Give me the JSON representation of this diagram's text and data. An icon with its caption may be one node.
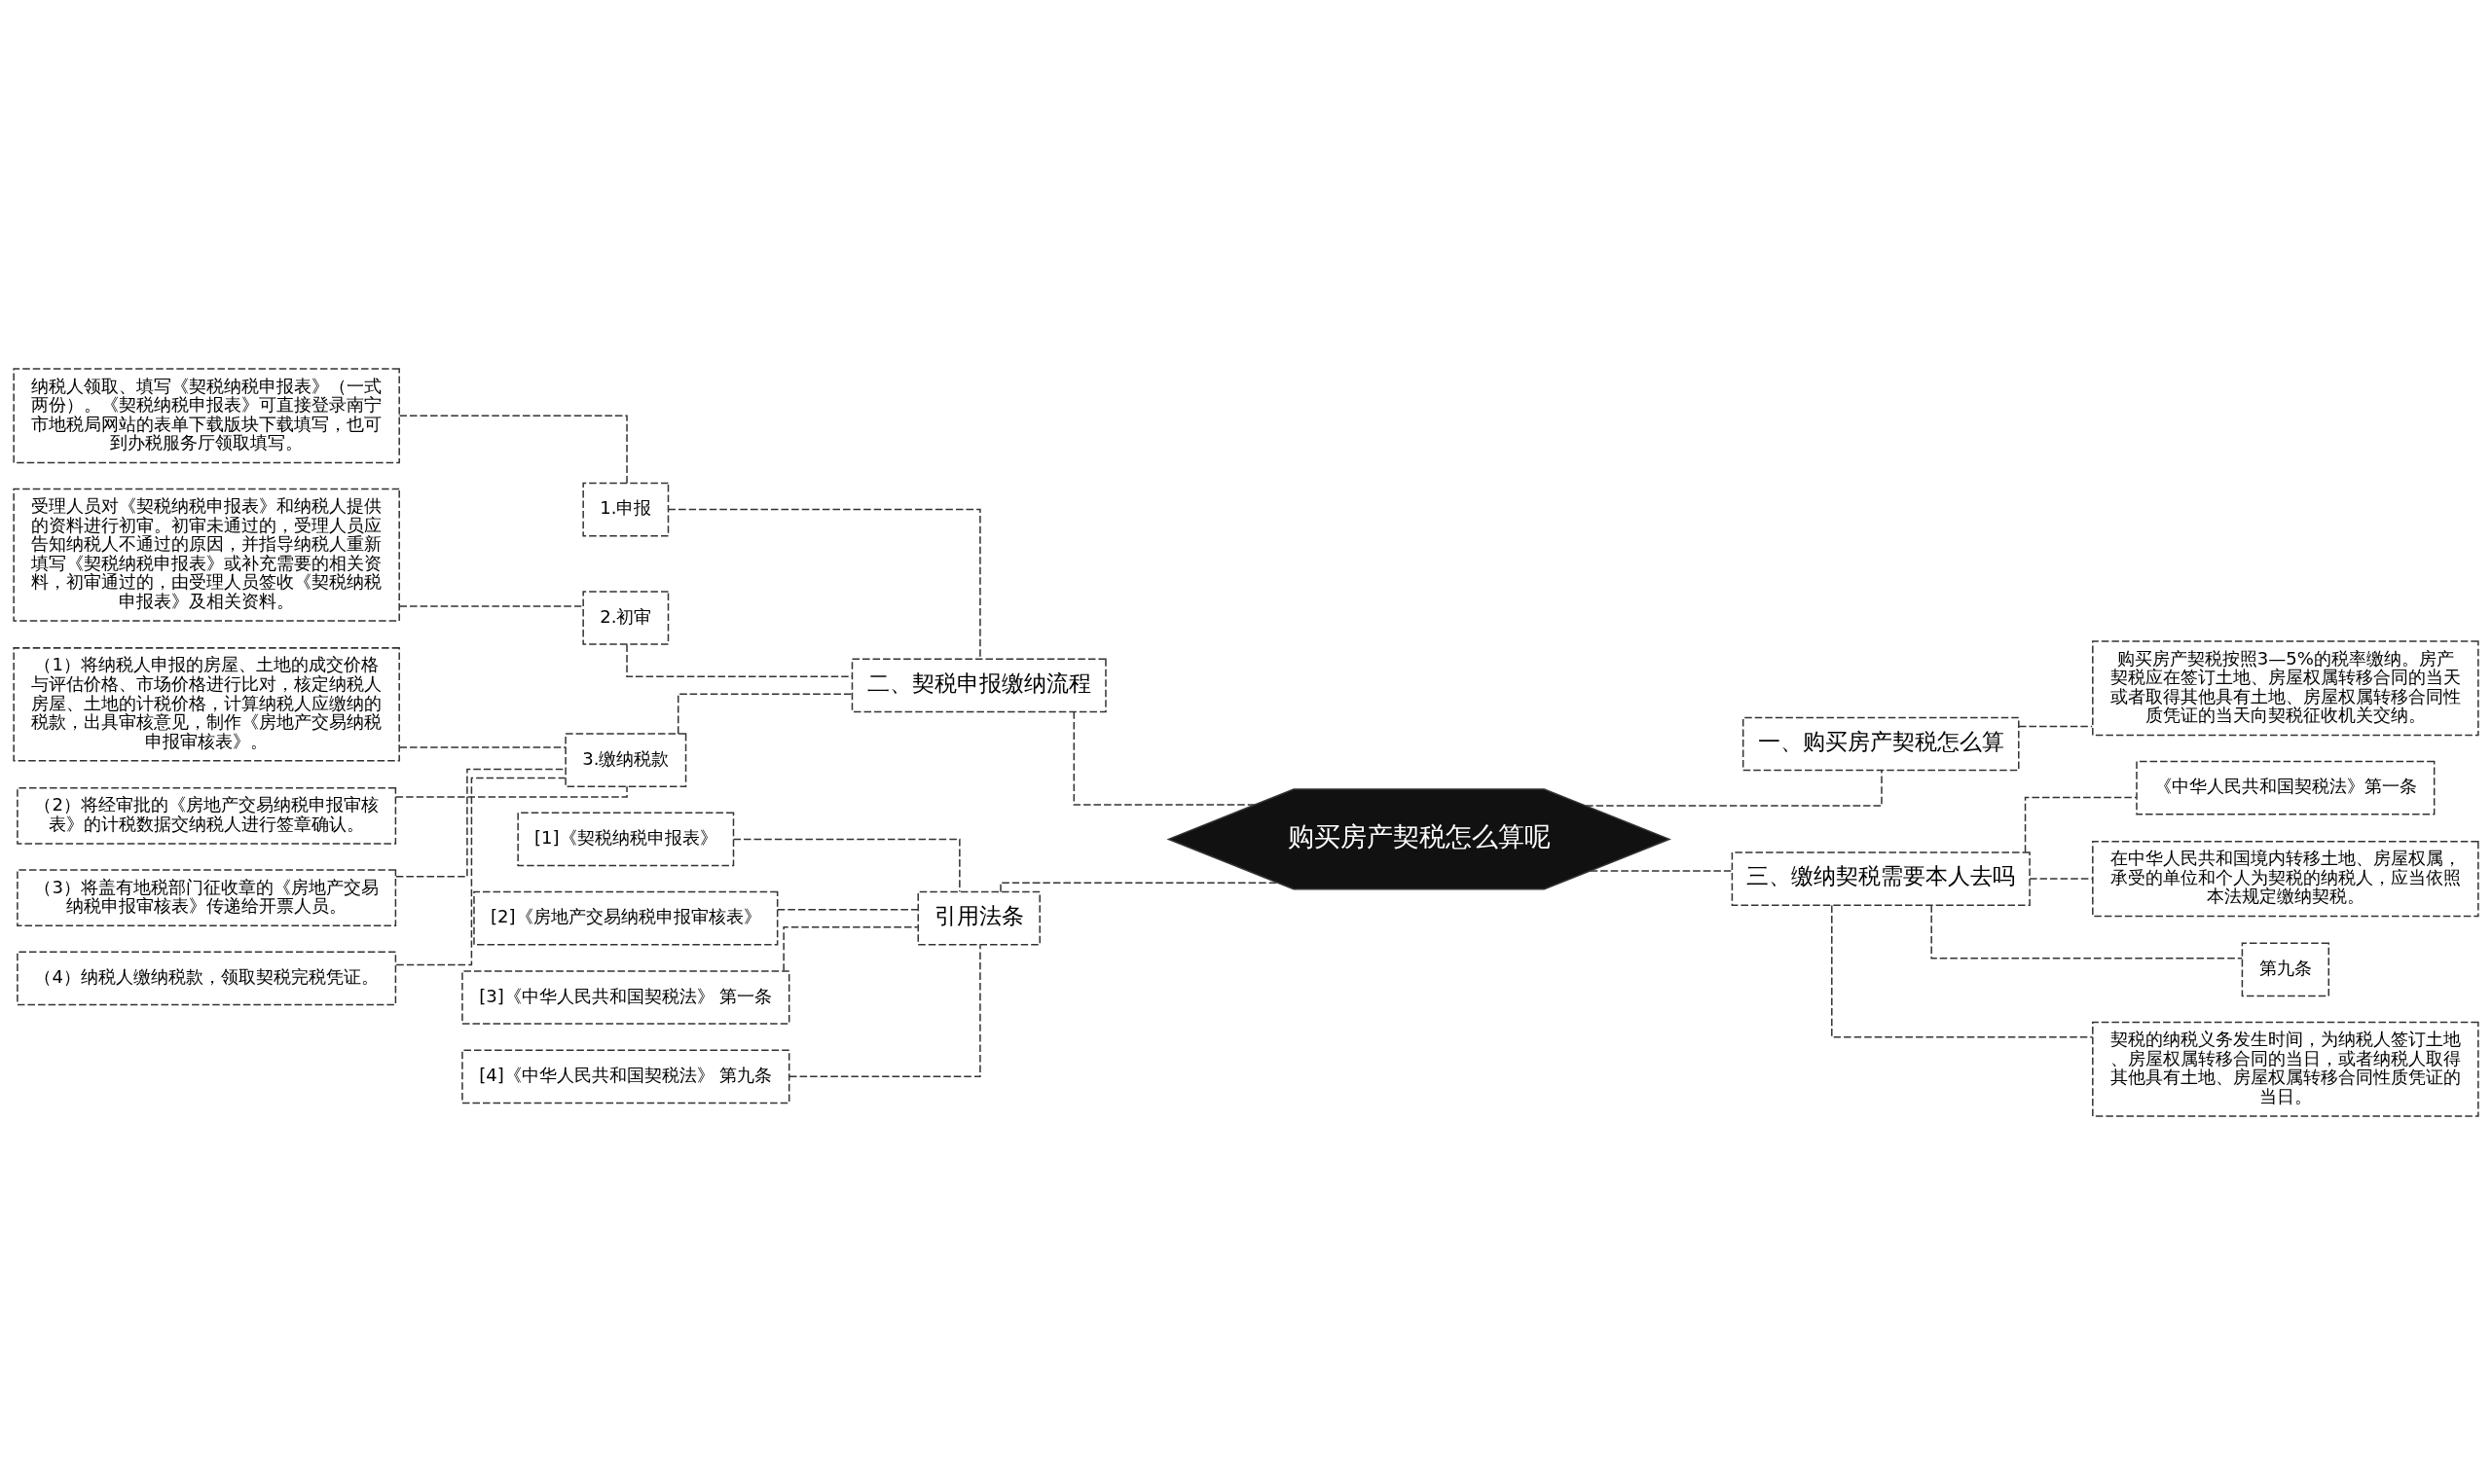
{
  "diagram": {
    "nodes": [
      {
        "text": [
          "购买房产契税怎么算呢"
        ]
      },
      {
        "text": [
          "二、契税申报缴纳流程"
        ]
      },
      {
        "text": [
          "1.申报"
        ]
      },
      {
        "text": [
          "纳税人领取、填写《契税纳税申报表》（一式两份）。《契税纳税申报表》可直接登录南宁市地税局网站的表单下载版块下载填写，也可到办税服务厅领取填写。"
        ]
      },
      {
        "text": [
          "2.初审"
        ]
      },
      {
        "text": [
          "受理人员对《契税纳税申报表》和纳税人提供的资料进行初审。初审未通过的，受理人员应告知纳税人不通过的原因，并指导纳税人重新填写《契税纳税申报表》或补充需要的相关资料，初审通过的，由受理人员签收《契税纳税申报表》及相关资料。"
        ]
      },
      {
        "text": [
          "3.缴纳税款"
        ]
      },
      {
        "text": [
          "（1）将纳税人申报的房屋、土地的成交价格与评估价格、市场价格进行比对，核定纳税人房屋、土地的计税价格，计算纳税人应缴纳的税款，出具审核意见，制作《房地产交易纳税申报审核表》。"
        ]
      },
      {
        "text": [
          "（2）将经审批的《房地产交易纳税申报审核表》的计税数据交纳税人进行签章确认。"
        ]
      },
      {
        "text": [
          "（3）将盖有地税部门征收章的《房地产交易纳税申报审核表》传递给开票人员。"
        ]
      },
      {
        "text": [
          "（4）纳税人缴纳税款，领取契税完税凭证。"
        ]
      },
      {
        "text": [
          "引用法条"
        ]
      },
      {
        "text": [
          "[1]《契税纳税申报表》"
        ]
      },
      {
        "text": [
          "[2]《房地产交易纳税申报审核表》"
        ]
      },
      {
        "text": [
          "[3]《中华人民共和国契税法》 第一条"
        ]
      },
      {
        "text": [
          "[4]《中华人民共和国契税法》 第九条"
        ]
      },
      {
        "text": [
          "一、购买房产契税怎么算"
        ]
      },
      {
        "text": [
          "购买房产契税按照3—5%的税率缴纳。房产契税应在签订土地、房屋权属转移合同的当天或者取得其他具有土地、房屋权属转移合同性质凭证的当天向契税征收机关交纳。"
        ]
      },
      {
        "text": [
          "三、缴纳契税需要本人去吗"
        ]
      },
      {
        "text": [
          "《中华人民共和国契税法》第一条"
        ]
      },
      {
        "text": [
          "在中华人民共和国境内转移土地、房屋权属，承受的单位和个人为契税的纳税人，应当依照本法规定缴纳契税。"
        ]
      },
      {
        "text": [
          "第九条"
        ]
      },
      {
        "text": [
          "契税的纳税义务发生时间，为纳税人签订土地、房屋权属转移合同的当日，或者纳税人取得其他具有土地、房屋权属转移合同性质凭证的当日。"
        ]
      }
    ],
    "edges": [
      {
        "from": 0,
        "to": 1,
        "arrow": "none",
        "style": "dashed"
      },
      {
        "from": 1,
        "to": 2,
        "arrow": "none",
        "style": "dashed"
      },
      {
        "from": 2,
        "to": 3,
        "arrow": "none",
        "style": "dashed"
      },
      {
        "from": 1,
        "to": 4,
        "arrow": "none",
        "style": "dashed"
      },
      {
        "from": 4,
        "to": 5,
        "arrow": "none",
        "style": "dashed"
      },
      {
        "from": 1,
        "to": 6,
        "arrow": "none",
        "style": "dashed"
      },
      {
        "from": 6,
        "to": 7,
        "arrow": "none",
        "style": "dashed"
      },
      {
        "from": 6,
        "to": 8,
        "arrow": "none",
        "style": "dashed"
      },
      {
        "from": 6,
        "to": 9,
        "arrow": "none",
        "style": "dashed"
      },
      {
        "from": 6,
        "to": 10,
        "arrow": "none",
        "style": "dashed"
      },
      {
        "from": 0,
        "to": 11,
        "arrow": "none",
        "style": "dashed"
      },
      {
        "from": 11,
        "to": 12,
        "arrow": "none",
        "style": "dashed"
      },
      {
        "from": 11,
        "to": 13,
        "arrow": "none",
        "style": "dashed"
      },
      {
        "from": 11,
        "to": 14,
        "arrow": "none",
        "style": "dashed"
      },
      {
        "from": 11,
        "to": 15,
        "arrow": "none",
        "style": "dashed"
      },
      {
        "from": 0,
        "to": 16,
        "arrow": "none",
        "style": "dashed"
      },
      {
        "from": 16,
        "to": 17,
        "arrow": "none",
        "style": "dashed"
      },
      {
        "from": 0,
        "to": 18,
        "arrow": "none",
        "style": "dashed"
      },
      {
        "from": 18,
        "to": 19,
        "arrow": "none",
        "style": "dashed"
      },
      {
        "from": 18,
        "to": 20,
        "arrow": "none",
        "style": "dashed"
      },
      {
        "from": 18,
        "to": 21,
        "arrow": "none",
        "style": "dashed"
      },
      {
        "from": 18,
        "to": 22,
        "arrow": "none",
        "style": "dashed"
      }
    ]
  }
}
